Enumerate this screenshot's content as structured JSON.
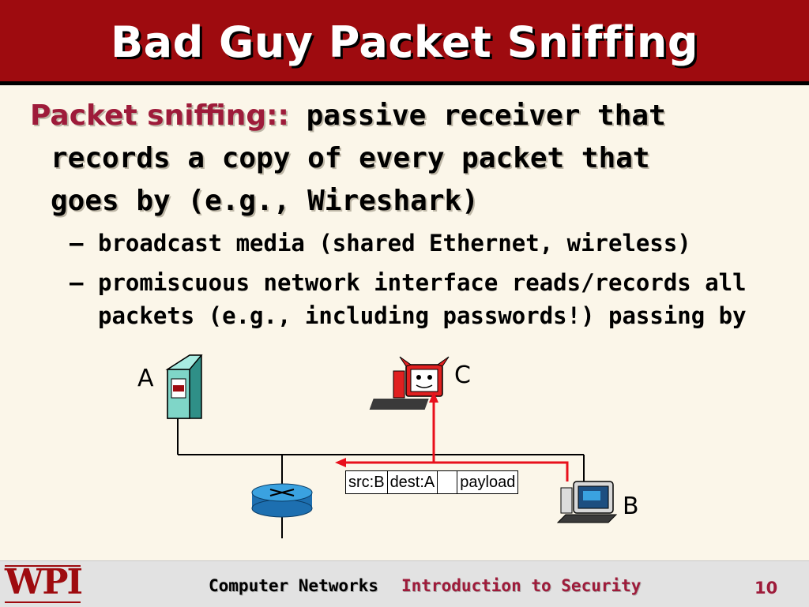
{
  "title": "Bad Guy Packet Sniffing",
  "intro": {
    "term": "Packet sniffing::",
    "line1_rest": " passive receiver that",
    "line2": "records a copy of every packet that",
    "line3": "goes by (e.g., Wireshark)"
  },
  "bullets": [
    {
      "dash": "–",
      "line1": "broadcast media (shared Ethernet, wireless)"
    },
    {
      "dash": "–",
      "line1": "promiscuous network interface reads/records all",
      "line2": "packets (e.g., including passwords!) passing by"
    }
  ],
  "diagram": {
    "host_a": "A",
    "host_b": "B",
    "host_c": "C",
    "packet": {
      "src": "src:B",
      "dest": "dest:A",
      "blank": "",
      "payload": "payload"
    }
  },
  "footer": {
    "logo": "WPI",
    "course": "Computer Networks",
    "topic": "Introduction to Security",
    "page": "10"
  },
  "colors": {
    "title_bg": "#9e0b0f",
    "accent": "#9e1b3a",
    "arrow": "#e8101c",
    "background": "#fbf6e9"
  }
}
